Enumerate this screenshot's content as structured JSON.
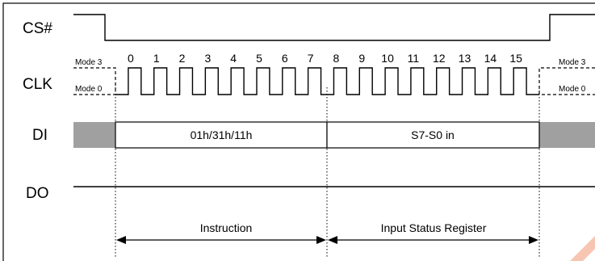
{
  "signals": {
    "cs": "CS#",
    "clk": "CLK",
    "di": "DI",
    "do": "DO"
  },
  "modes": {
    "left_high": "Mode 3",
    "left_low": "Mode 0",
    "right_high": "Mode 3",
    "right_low": "Mode 0"
  },
  "clock_numbers": [
    "0",
    "1",
    "2",
    "3",
    "4",
    "5",
    "6",
    "7",
    "8",
    "9",
    "10",
    "11",
    "12",
    "13",
    "14",
    "15"
  ],
  "di_fields": {
    "instruction": "01h/31h/11h",
    "data": "S7-S0 in"
  },
  "spans": {
    "instruction": "Instruction",
    "register": "Input Status Register"
  },
  "colors": {
    "line": "#000000",
    "hatch": "#a0a0a0",
    "watermark": "#e8734a"
  }
}
